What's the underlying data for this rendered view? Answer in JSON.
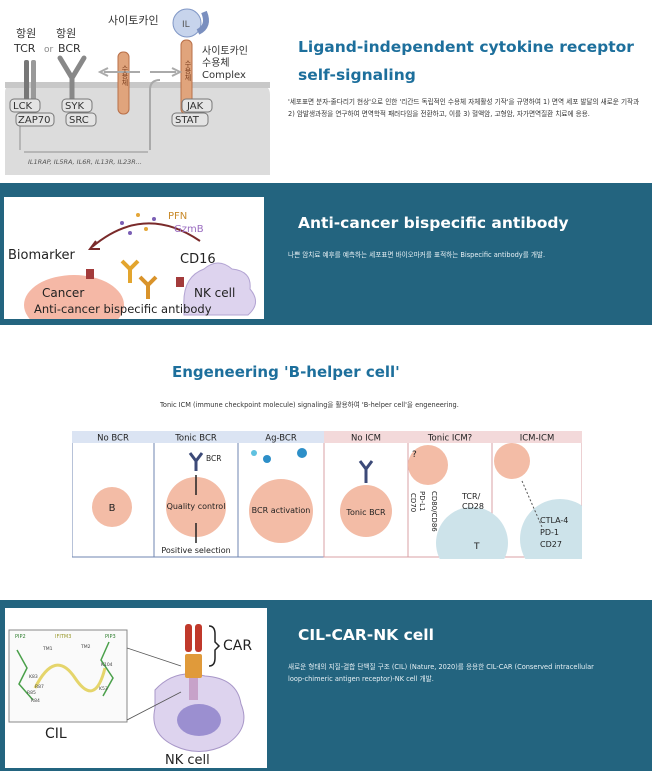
{
  "section1": {
    "title_line1": "Ligand-independent cytokine receptor",
    "title_line2": "self-signaling",
    "desc": "'세포표면 분자-줄다리기 현상'으로 인한 '리간드 독립적인 수용체 자체활성 기작'을 규명하여 1) 면역 세포 발달의 새로운 기작과 2) 암발생과정을 연구하여 면역학적 패러다임을 전환하고, 이를 3) 혈액암, 고형암, 자가면역질환 치료에 응용.",
    "figure": {
      "antigen1": "항원",
      "antigen2": "항원",
      "tcr": "TCR",
      "or": "or",
      "bcr": "BCR",
      "cytokine": "사이토카인",
      "receptor_line1": "사이토카인",
      "receptor_line2": "수용체",
      "receptor_line3": "Complex",
      "il": "IL",
      "sucheche": "수용체",
      "lck": "LCK",
      "zap70": "ZAP70",
      "syk": "SYK",
      "src": "SRC",
      "jak": "JAK",
      "stat": "STAT",
      "genes": "IL1RAP, IL5RA, IL6R, IL13R, IL23R..."
    }
  },
  "section2": {
    "title": "Anti-cancer bispecific antibody",
    "desc": "나쁜 암치료 예후를 예측하는 세포표면 바이오마커를 표적하는 Bispecific antibody를 개발.",
    "figure": {
      "pfn": "PFN",
      "gzmb": "GzmB",
      "biomarker": "Biomarker",
      "cd16": "CD16",
      "cancer": "Cancer",
      "nk": "NK cell",
      "caption": "Anti-cancer bispecific antibody"
    }
  },
  "section3": {
    "title": "Engeneering 'B-helper cell'",
    "desc": "Tonic ICM (immune checkpoint molecule) signaling을 활용하여 'B-helper cell'을 engeneering.",
    "panels": [
      {
        "label": "No BCR",
        "body": "B"
      },
      {
        "label": "Tonic BCR",
        "bcr": "BCR",
        "qc": "Quality control",
        "ps": "Positive selection"
      },
      {
        "label": "Ag-BCR",
        "act": "BCR activation"
      },
      {
        "label": "No ICM",
        "body": "Tonic BCR"
      },
      {
        "label": "Tonic ICM?",
        "q": "?",
        "pdl1": "PD-L1",
        "cd70": "CD70",
        "cd80": "CD80/CD86",
        "tcr": "TCR/",
        "cd28": "CD28",
        "t": "T"
      },
      {
        "label": "ICM-ICM",
        "ctla4": "CTLA-4",
        "pd1": "PD-1",
        "cd27": "CD27"
      }
    ]
  },
  "section4": {
    "title": "CIL-CAR-NK cell",
    "desc_line1": "새로운 형태의 지질-결합 단백질 구조 (CIL) (Nature, 2020)를 응용한 CIL-CAR (Conserved intracellular",
    "desc_line2": "loop-chimeric antigen receptor)-NK cell 개발.",
    "figure": {
      "car": "CAR",
      "cil": "CIL",
      "nk": "NK cell",
      "pip2": "PIP2",
      "ifitm3": "IFITM3",
      "pip3": "PIP3",
      "tm1": "TM1",
      "tm2": "TM2",
      "k83": "K83",
      "r85": "R85",
      "r87": "R87",
      "r84": "R84",
      "k104": "K104",
      "k53": "K53"
    }
  }
}
